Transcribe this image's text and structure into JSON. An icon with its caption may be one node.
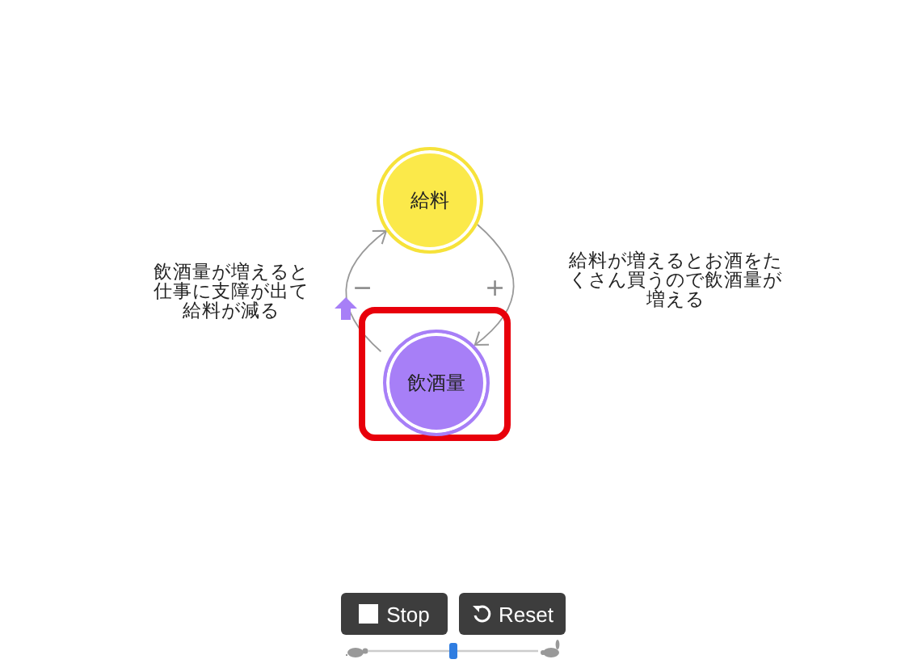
{
  "diagram": {
    "nodes": [
      {
        "text": [
          "給料"
        ]
      },
      {
        "text": [],
        "shape": "box"
      },
      {
        "text": [
          "飲酒量"
        ],
        "in": 1
      }
    ],
    "edges": [
      {
        "from": 0,
        "to": 2,
        "arrow": "to",
        "label": "+"
      },
      {
        "from": 2,
        "to": 0,
        "arrow": "to",
        "label": "−"
      }
    ],
    "labels": [
      "飲酒量が増えると仕事に支障が出て給料が減る",
      "給料が増えるとお酒をたくさん買うので飲酒量が増える",
      "Stop",
      "Reset"
    ]
  }
}
